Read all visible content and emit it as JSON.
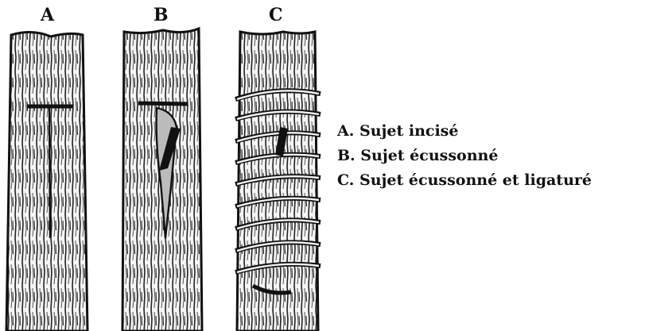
{
  "panels": [
    {
      "letter": "A"
    },
    {
      "letter": "B"
    },
    {
      "letter": "C"
    }
  ],
  "legend": [
    "A. Sujet incisé",
    "B. Sujet écussonné",
    "C. Sujet écussonné et ligaturé"
  ],
  "colors": {
    "ink": "#111111",
    "background": "#ffffff"
  }
}
